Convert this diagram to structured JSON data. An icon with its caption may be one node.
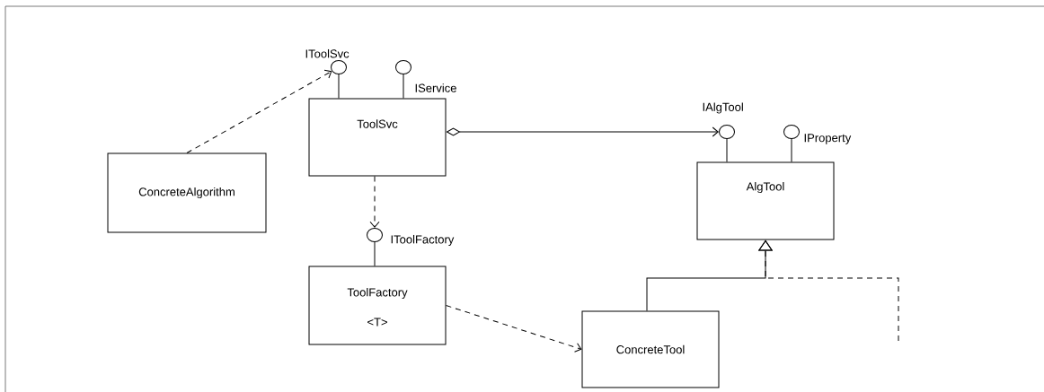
{
  "diagram": {
    "nodes": [
      {
        "text": [
          "ConcreteAlgorithm"
        ]
      },
      {
        "text": [
          "ToolSvc"
        ]
      },
      {
        "text": [
          "ToolFactory",
          "<T>"
        ]
      },
      {
        "text": [
          "AlgTool"
        ]
      },
      {
        "text": [
          "ConcreteTool"
        ]
      },
      {
        "text": [],
        "shape": "circle",
        "beside": [
          "IToolSvc"
        ]
      },
      {
        "text": [],
        "shape": "circle",
        "beside": [
          "IService"
        ]
      },
      {
        "text": [],
        "shape": "circle",
        "beside": [
          "IToolFactory"
        ]
      },
      {
        "text": [],
        "shape": "circle",
        "beside": [
          "IAlgTool"
        ]
      },
      {
        "text": [],
        "shape": "circle",
        "beside": [
          "IProperty"
        ]
      }
    ],
    "edges": [
      {
        "from": 0,
        "to": 5,
        "arrow": "to",
        "style": "dashed"
      },
      {
        "from": 1,
        "to": 5,
        "arrow": "none"
      },
      {
        "from": 1,
        "to": 6,
        "arrow": "none"
      },
      {
        "from": 1,
        "to": 7,
        "arrow": "to",
        "style": "dashed"
      },
      {
        "from": 2,
        "to": 7,
        "arrow": "none"
      },
      {
        "from": 1,
        "to": 8,
        "arrow": "to"
      },
      {
        "from": 3,
        "to": 8,
        "arrow": "none"
      },
      {
        "from": 3,
        "to": 9,
        "arrow": "none"
      },
      {
        "from": 2,
        "to": 4,
        "arrow": "to",
        "style": "dashed"
      },
      {
        "from": 4,
        "to": 3,
        "arrow": "to"
      },
      {
        "from": null,
        "to": 3,
        "arrow": "to",
        "style": "dashed"
      }
    ]
  }
}
